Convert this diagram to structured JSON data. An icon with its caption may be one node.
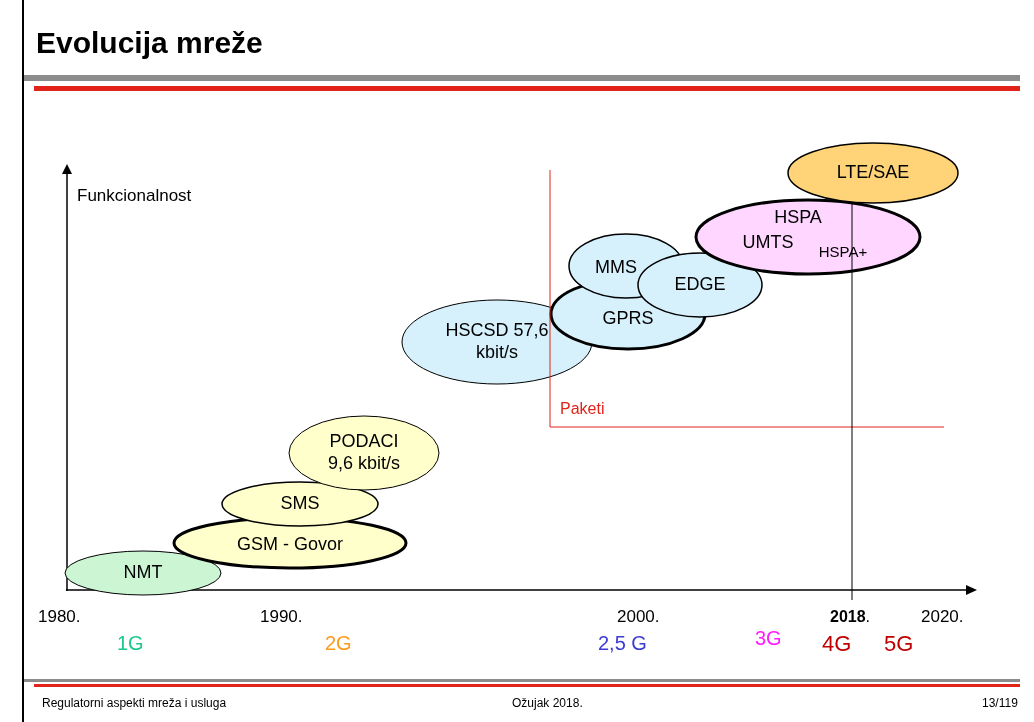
{
  "diagram": {
    "title": "Evolucija mreže",
    "nodes": [
      {
        "text": [
          "LTE/SAE"
        ]
      },
      {
        "text": [
          "HSPA",
          "UMTS",
          "HSPA+"
        ]
      },
      {
        "text": [
          "MMS"
        ]
      },
      {
        "text": [
          "EDGE"
        ]
      },
      {
        "text": [
          "GPRS"
        ]
      },
      {
        "text": [
          "HSCSD 57,6 kbit/s"
        ]
      },
      {
        "text": [
          "PODACI 9,6 kbit/s"
        ]
      },
      {
        "text": [
          "SMS"
        ]
      },
      {
        "text": [
          "GSM - Govor"
        ]
      },
      {
        "text": [
          "NMT"
        ]
      }
    ],
    "labels": [
      "Funkcionalnost",
      "Paketi",
      "1980.",
      "1990.",
      "2000.",
      "**2018**.",
      "2020.",
      "1G",
      "2G",
      "2,5 G",
      "3G",
      "4G",
      "5G",
      "Regulatorni aspekti mreža i usluga",
      "Ožujak 2018.",
      "13/119"
    ]
  }
}
